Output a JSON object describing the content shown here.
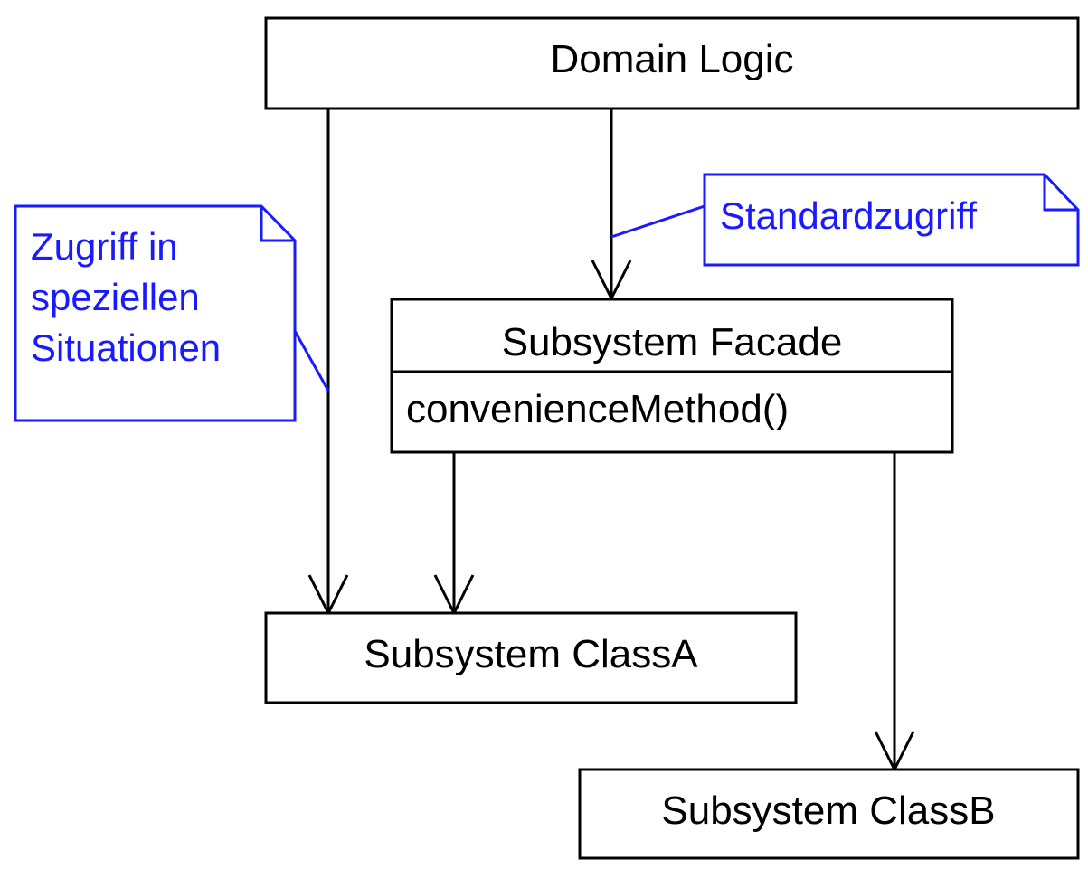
{
  "diagram": {
    "nodes": {
      "domain_logic": {
        "label": "Domain Logic"
      },
      "facade": {
        "label": "Subsystem Facade",
        "method": "convenienceMethod()"
      },
      "class_a": {
        "label": "Subsystem ClassA"
      },
      "class_b": {
        "label": "Subsystem ClassB"
      }
    },
    "notes": {
      "standard": {
        "text": "Standardzugriff"
      },
      "special": {
        "lines": [
          "Zugriff in",
          "speziellen",
          "Situationen"
        ]
      }
    },
    "colors": {
      "note": "#1a1aff",
      "box": "#000000"
    }
  }
}
